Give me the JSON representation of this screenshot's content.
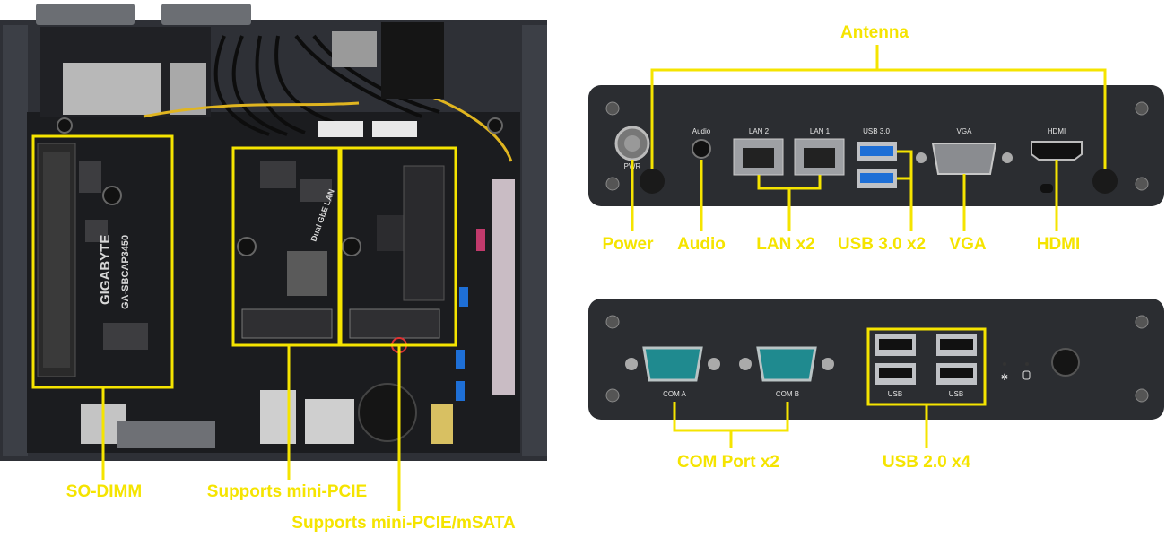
{
  "board": {
    "brand": "GIGABYTE",
    "model": "GA-SBCAP3450",
    "lan_chip": "Dual GbE LAN"
  },
  "front_panel": {
    "pwr": "PWR",
    "audio": "Audio",
    "lan2": "LAN 2",
    "lan1": "LAN 1",
    "usb3": "USB 3.0",
    "vga": "VGA",
    "hdmi": "HDMI"
  },
  "rear_panel": {
    "com_a": "COM A",
    "com_b": "COM B",
    "usb_left": "USB",
    "usb_right": "USB"
  },
  "callouts": {
    "antenna": "Antenna",
    "power": "Power",
    "audio": "Audio",
    "lan": "LAN x2",
    "usb3": "USB 3.0 x2",
    "vga": "VGA",
    "hdmi": "HDMI",
    "com": "COM Port x2",
    "usb2": "USB 2.0 x4",
    "sodimm": "SO-DIMM",
    "minipcie": "Supports mini-PCIE",
    "msata": "Supports mini-PCIE/mSATA"
  },
  "colors": {
    "callout": "#f5e400",
    "panel": "#2b2d31",
    "board": "#1b1c1f",
    "usb3_blue": "#1e6fd6",
    "com_teal": "#1f8a8f"
  }
}
